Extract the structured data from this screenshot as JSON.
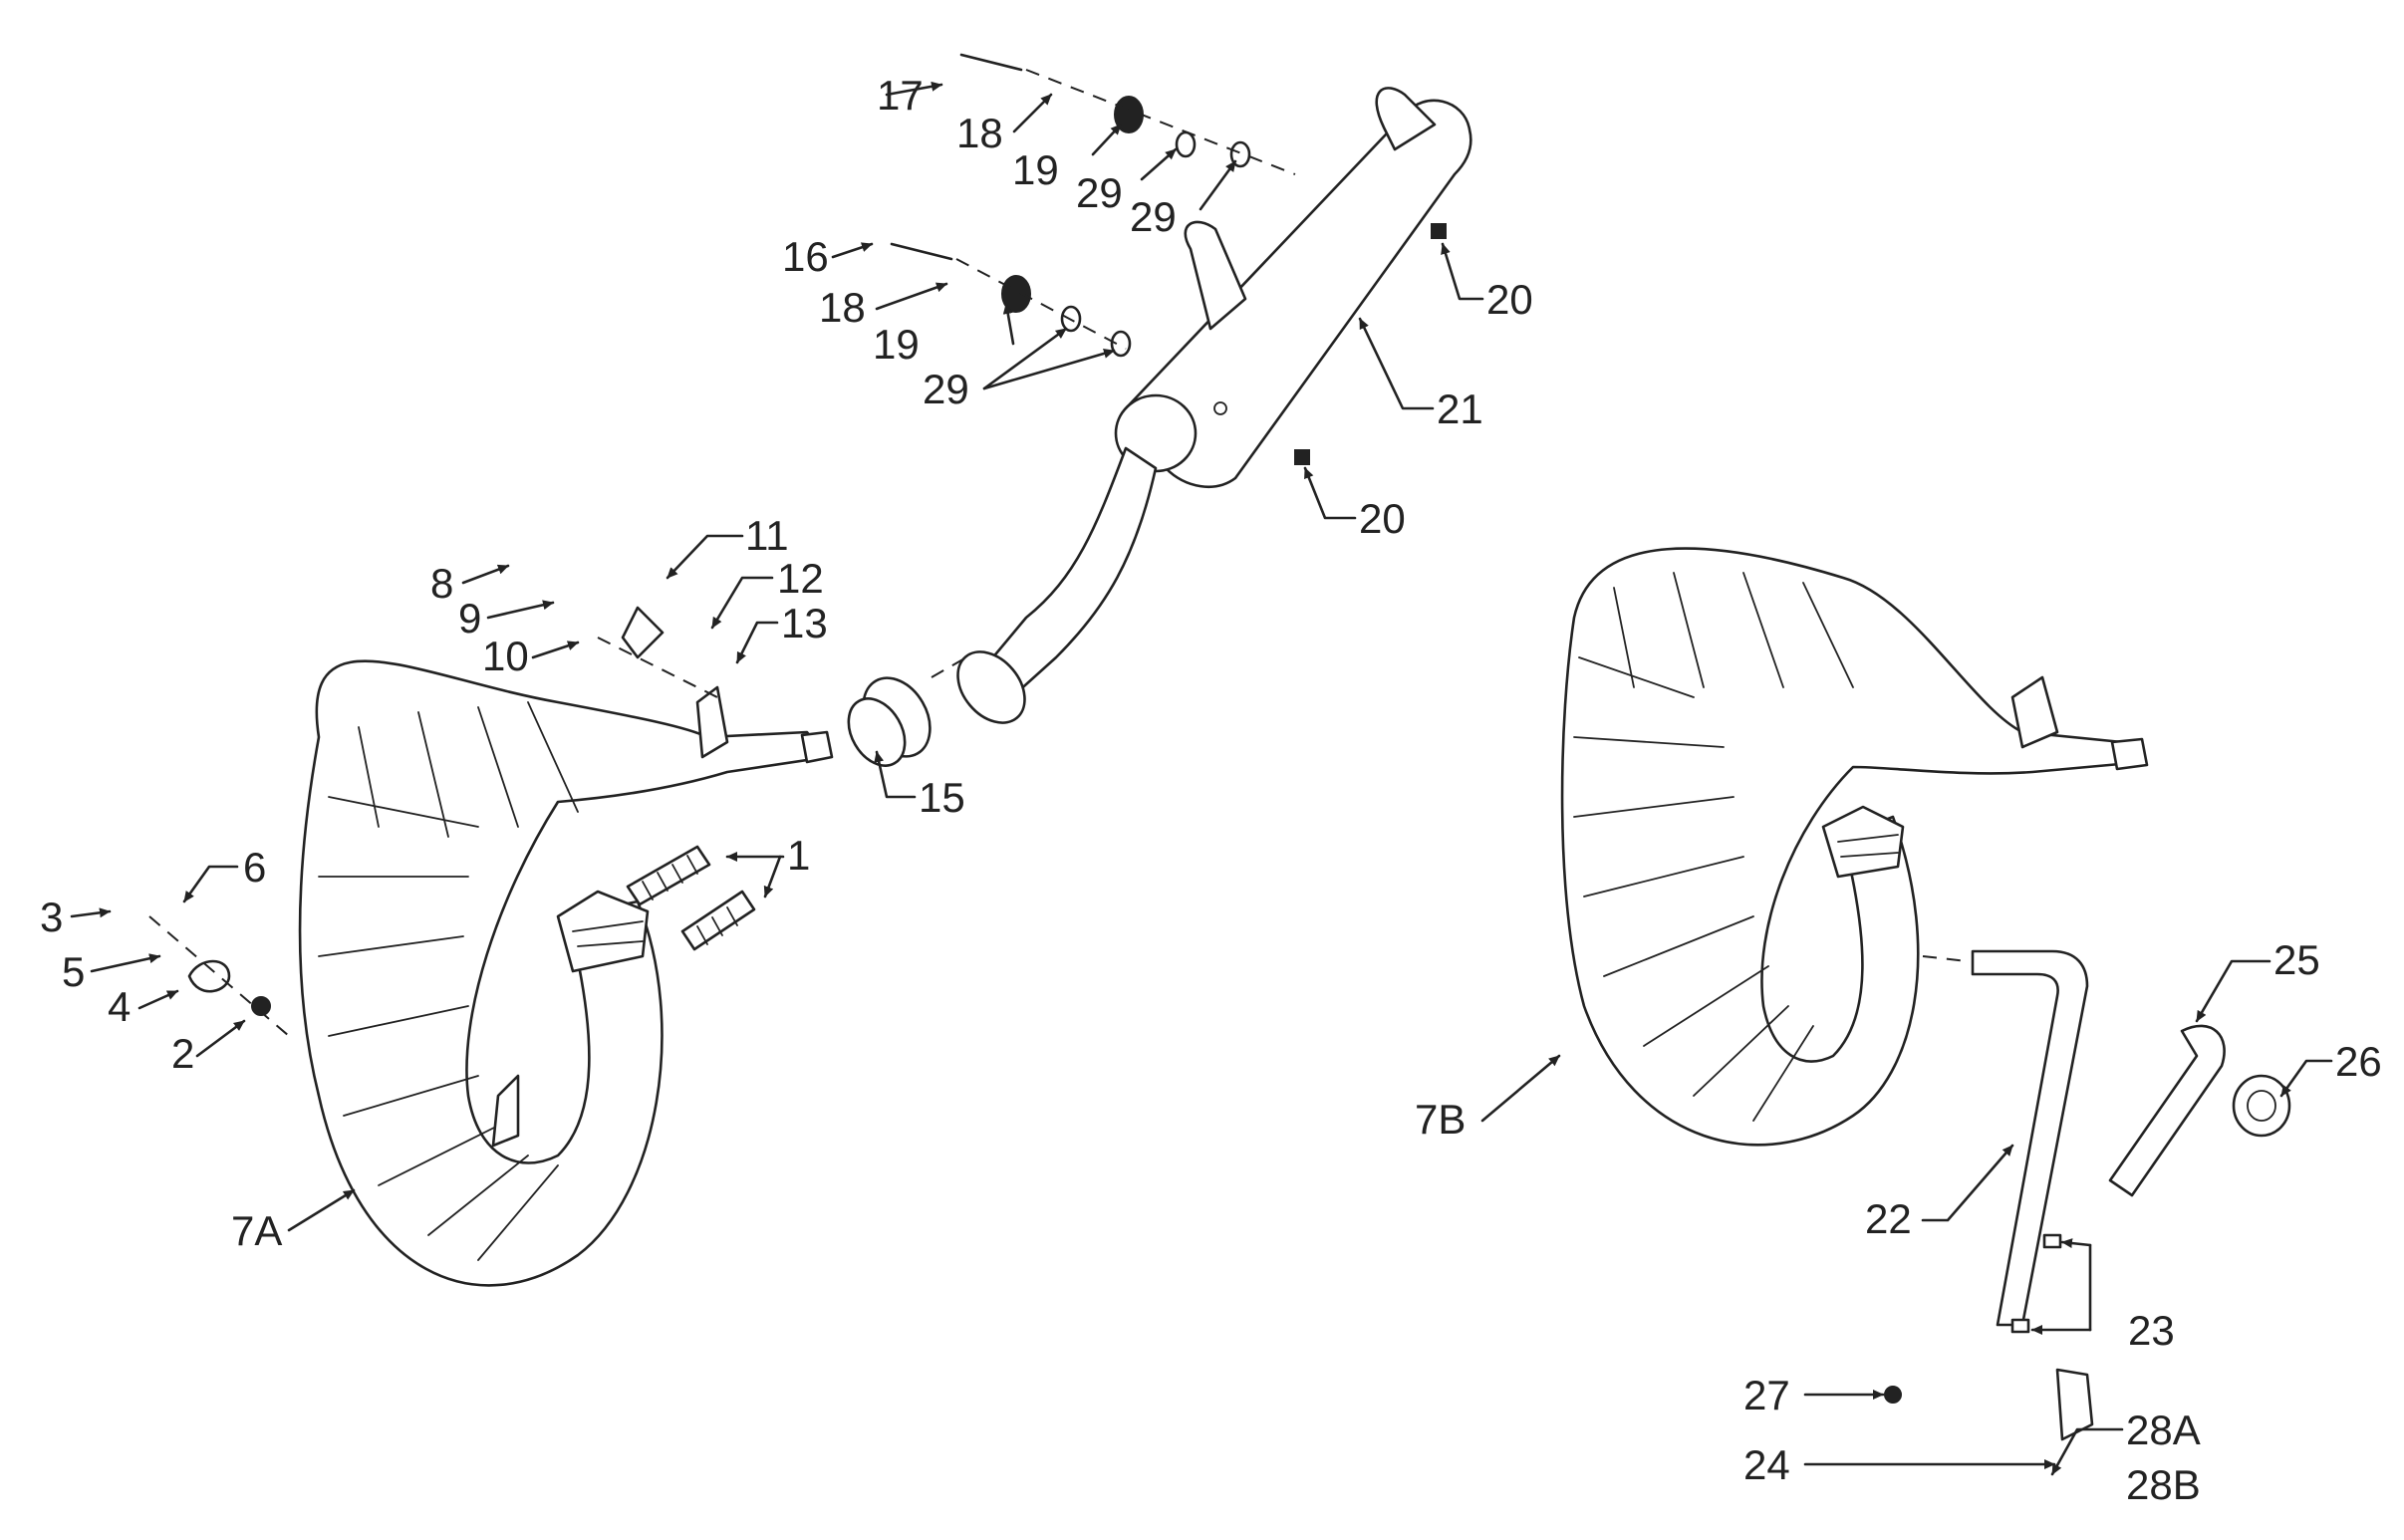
{
  "labels": {
    "l1": "1",
    "l2": "2",
    "l3": "3",
    "l4": "4",
    "l5": "5",
    "l6": "6",
    "l7a": "7A",
    "l7b": "7B",
    "l8": "8",
    "l9": "9",
    "l10": "10",
    "l11": "11",
    "l12": "12",
    "l13": "13",
    "l15": "15",
    "l16": "16",
    "l17": "17",
    "l18a": "18",
    "l18b": "18",
    "l19a": "19",
    "l19b": "19",
    "l20a": "20",
    "l20b": "20",
    "l21": "21",
    "l22": "22",
    "l23": "23",
    "l24": "24",
    "l25": "25",
    "l26": "26",
    "l27": "27",
    "l28a": "28A",
    "l28b": "28B",
    "l29a": "29",
    "l29b": "29",
    "l29c": "29"
  },
  "colors": {
    "line": "#222222",
    "background": "#ffffff"
  },
  "icons": {
    "arrowhead": "arrow-icon",
    "fastener": "bolt-icon"
  }
}
